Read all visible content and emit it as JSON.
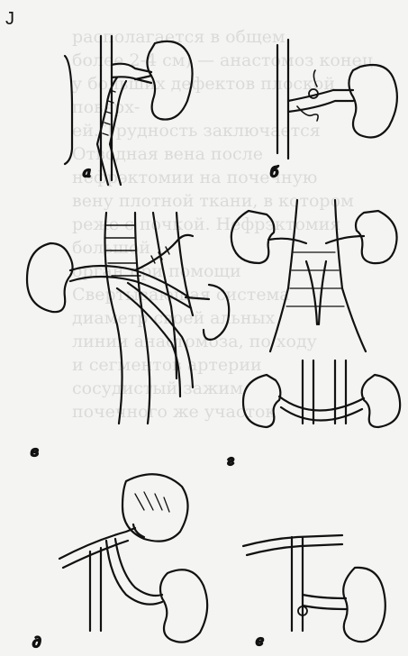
{
  "corner_label": "J",
  "panel_labels": [
    "а",
    "б",
    "в",
    "г",
    "д",
    "е"
  ],
  "background_text": [
    "располагается в общем",
    "более 2-4 см) — анастомоз конец",
    "у больших дефектов плоской поверх-",
    "ей. Трудность заключается",
    "Отводная вена после",
    "нефрэктомии на почечную",
    "вену плотной ткани, в котором",
    "реже с почкой. Нефрэктомия",
    "большой",
    "орган при помощи",
    "Свертывающая система",
    "диаметр своей альных",
    "линии анастомоза, по ходу",
    "и сегментов артерии",
    "сосудистый зажим",
    "почечного же участок"
  ],
  "colors": {
    "ink": "#111111",
    "paper": "#f4f4f2"
  }
}
